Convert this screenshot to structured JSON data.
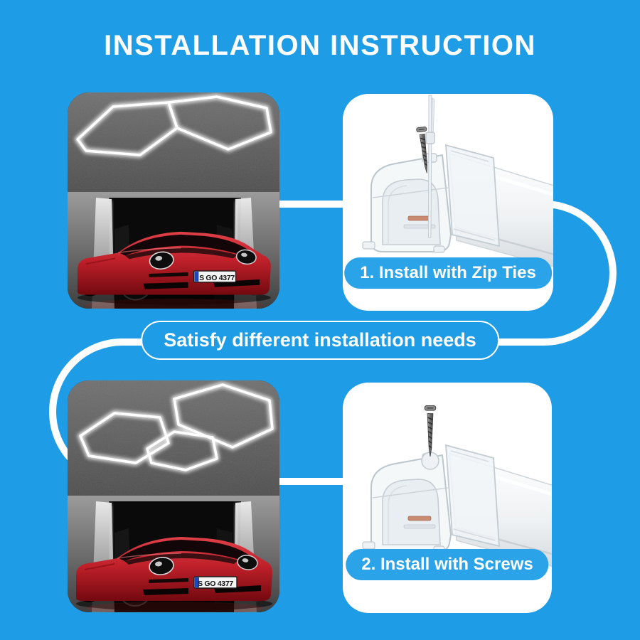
{
  "title": "INSTALLATION INSTRUCTION",
  "banner": {
    "text": "Satisfy different installation needs"
  },
  "steps": [
    {
      "label": "1. Install with Zip Ties"
    },
    {
      "label": "2. Install with Screws"
    }
  ],
  "photos": [
    {
      "license_plate": "S GO 4377",
      "hexagon_lights": 2
    },
    {
      "license_plate": "S GO 4377",
      "hexagon_lights": 3
    }
  ],
  "colors": {
    "background": "#1E9CE5",
    "pill_blue": "#2AA3E8",
    "text_white": "#FFFFFF"
  }
}
